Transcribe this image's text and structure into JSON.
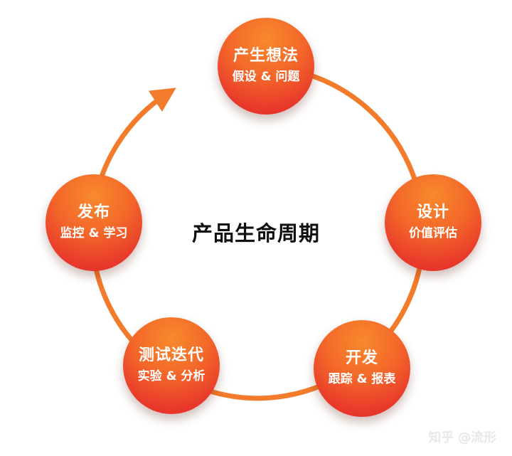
{
  "colors": {
    "ring": "#f27c2c",
    "node_top": "#f78a2c",
    "node_bottom": "#df2a2b",
    "text_dark": "#111111",
    "text_light": "#ffffff"
  },
  "diagram": {
    "center_title": "产品生命周期",
    "nodes": [
      {
        "id": "idea",
        "title": "产生想法",
        "subtitle": "假设 & 问题"
      },
      {
        "id": "design",
        "title": "设计",
        "subtitle": "价值评估"
      },
      {
        "id": "develop",
        "title": "开发",
        "subtitle": "跟踪 & 报表"
      },
      {
        "id": "test",
        "title": "测试迭代",
        "subtitle": "实验 & 分析"
      },
      {
        "id": "release",
        "title": "发布",
        "subtitle": "监控 & 学习"
      }
    ]
  },
  "watermark": "知乎 @流形"
}
